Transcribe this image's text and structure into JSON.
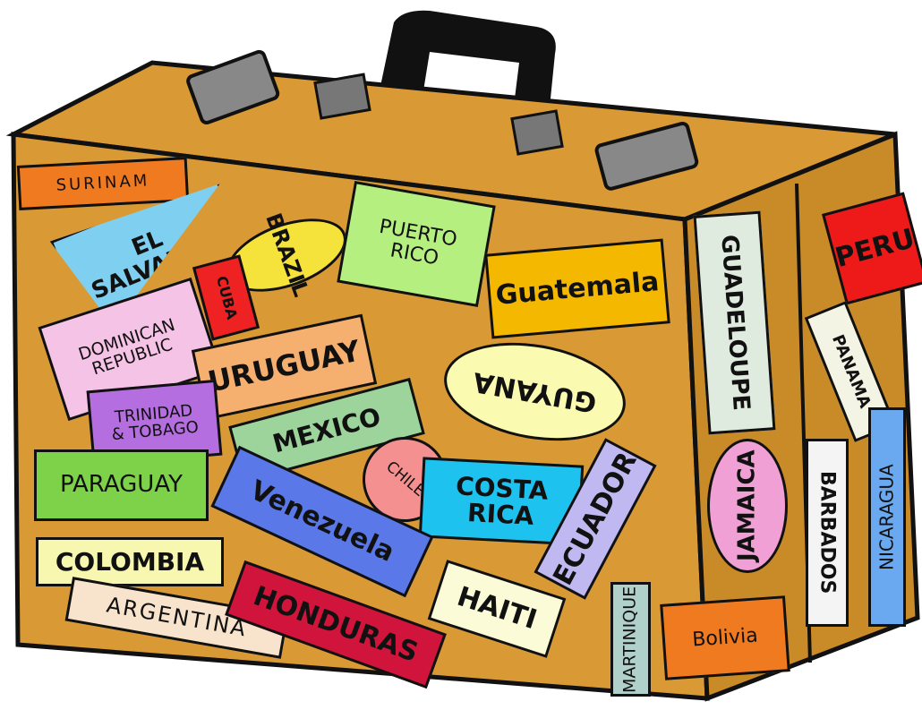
{
  "stickers": {
    "surinam": "SURINAM",
    "el_salvador": "EL\nSALVADOR",
    "brazil": "BRAZIL",
    "puerto_rico": "PUERTO\nRICO",
    "guatemala": "Guatemala",
    "cuba": "CUBA",
    "dominican_republic": "DOMINICAN\nREPUBLIC",
    "uruguay": "URUGUAY",
    "guyana": "GUYANA",
    "trinidad_tobago": "TRINIDAD\n& TOBAGO",
    "mexico": "MEXICO",
    "paraguay": "PARAGUAY",
    "chile": "CHILE",
    "costa_rica": "COSTA\nRICA",
    "venezuela": "Venezuela",
    "colombia": "COLOMBIA",
    "argentina": "ARGENTINA",
    "honduras": "HONDURAS",
    "haiti": "HAITI",
    "ecuador": "ECUADOR",
    "martinique": "MARTINIQUE",
    "guadeloupe": "GUADELOUPE",
    "jamaica": "JAMAICA",
    "bolivia": "Bolivia",
    "peru": "PERU",
    "panama": "PANAMA",
    "barbados": "BARBADOS",
    "nicaragua": "NICARAGUA"
  },
  "colors": {
    "suitcase": "#d99a35",
    "suitcase_side": "#c98a28",
    "handle": "#111111"
  }
}
